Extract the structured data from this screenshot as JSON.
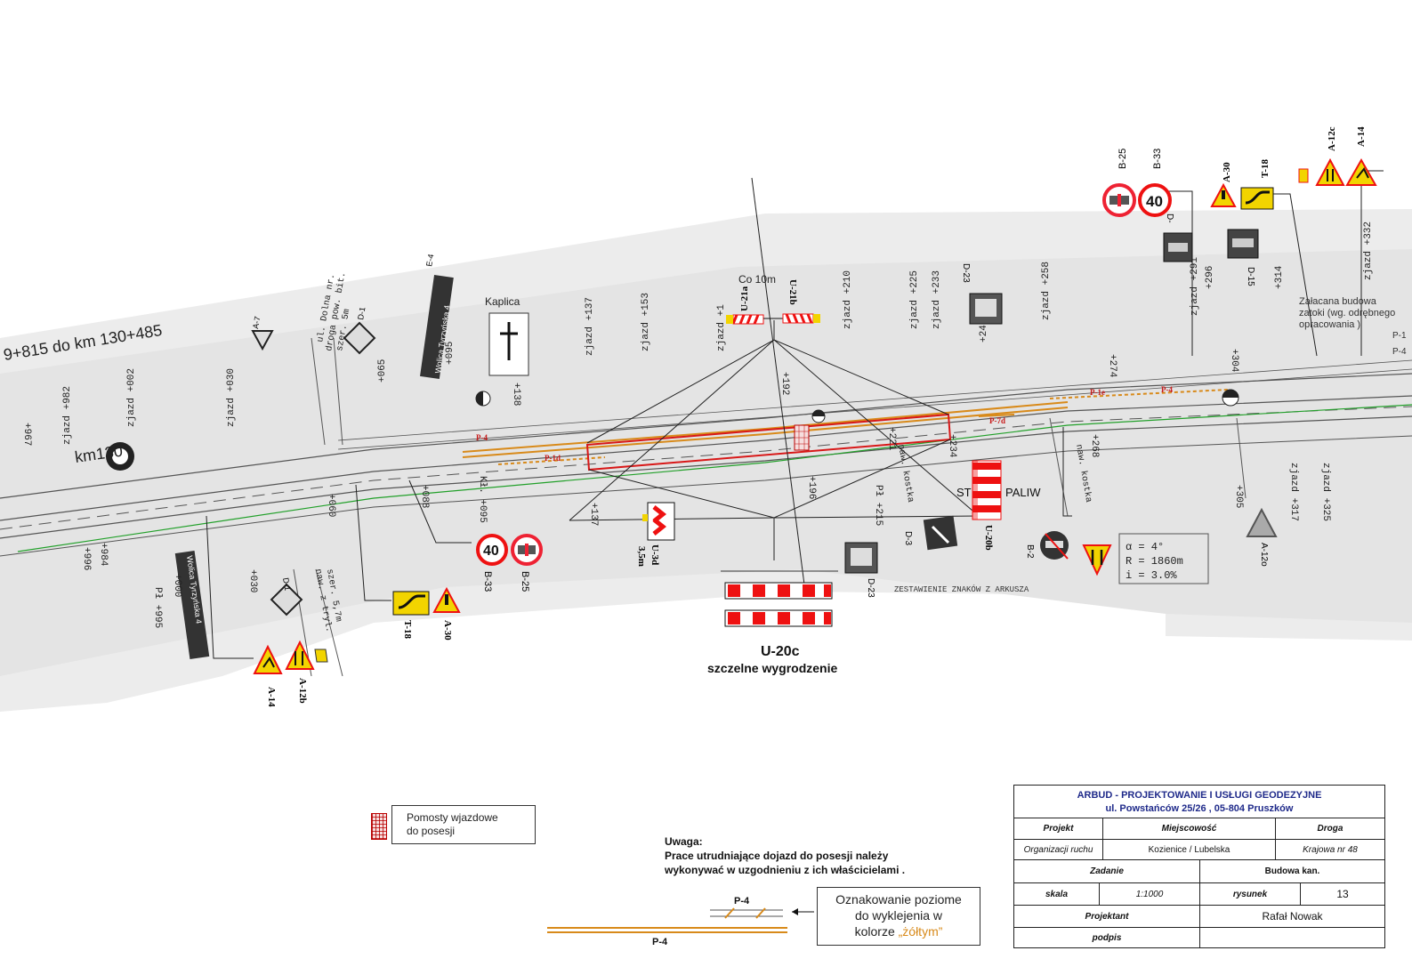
{
  "plan": {
    "header_text": "9+815 do km 130+485",
    "km_label": "km130",
    "chapel_label": "Kaplica",
    "road_sign_label": "Wolica Tyrzyńska 4",
    "road_sign_label_2": "Wolica Tyrzyńska 4",
    "co10m": "Co 10m",
    "sign_codes": {
      "b25_top": "B-25",
      "b33_top": "B-33",
      "a30_top": "A-30",
      "t18_top": "T-18",
      "a12c": "A-12c",
      "a14_top": "A-14",
      "d15": "D-15",
      "d_top": "D-",
      "u21a": "U-21a",
      "u21b": "U-21b",
      "d23_top": "D-23",
      "d23_bot": "D-23",
      "b33_bot": "B-33",
      "b25_bot": "B-25",
      "t18_bot": "T-18",
      "a30_bot": "A-30",
      "a14_bot": "A-14",
      "a12b": "A-12b",
      "u3d": "U-3d",
      "u3d_dist": "3,5m",
      "u20b": "U-20b",
      "d3": "D-3",
      "b2": "B-2",
      "a12o": "A-12o",
      "e4": "E-4",
      "d1": "D-1",
      "d1b": "D-1",
      "a7": "A-7"
    },
    "speed_value": "40",
    "speed_value_bot": "40",
    "u20c_label": "U-20c",
    "u20c_desc": "szczelne wygrodzenie",
    "marking_labels": {
      "p4a": "P-4",
      "p1d": "P-1d",
      "p1e": "P-1e",
      "p4b": "P-4",
      "p7d": "P-7d"
    },
    "curve": {
      "alpha": "α  =  4°",
      "radius": "R  =  1860m",
      "incl": "i   =  3.0%"
    },
    "station": "ST",
    "station2": "PALIW",
    "summary": "ZESTAWIENIE ZNAKÓW Z ARKUSZA",
    "note_right": "Załacana budowa",
    "note_right2": "zatoki (wg. odrębnego",
    "note_right3": "opracowania )",
    "chainage_top": [
      "zjazd +982",
      "zjazd +002",
      "zjazd +030",
      "+065",
      "+095",
      "zjazd +137",
      "zjazd +153",
      "zjazd +1",
      "zjazd +210",
      "zjazd +225",
      "zjazd +233",
      "+243",
      "zjazd +258",
      "zjazd +291",
      "+296",
      "+314",
      "zjazd +332"
    ],
    "chainage_bot": [
      "+967",
      "+996",
      "+984",
      "Pł +995",
      "+000",
      "+030",
      "+060",
      "+088",
      "Kł. +095",
      "+137",
      "+196",
      "Pł +215",
      "+221",
      "+234",
      "+268",
      "zjazd +317",
      "zjazd +325",
      "+305",
      "+274",
      "+304",
      "+192",
      "+138"
    ],
    "side_text": [
      "ul. Dolna nr.",
      "droga pow. bit.",
      "szer. 5m",
      "naw. z tryl.",
      "szer. 5,7m",
      "naw. kostka",
      "naw. kostka"
    ],
    "p_labels": [
      "P-1",
      "P-4"
    ]
  },
  "legend": {
    "pomosty_line1": "Pomosty wjazdowe",
    "pomosty_line2": "do posesji"
  },
  "note": {
    "title": "Uwaga:",
    "line1": "Prace utrudniające dojazd do posesji należy",
    "line2": "wykonywać w uzgodnieniu z ich właścicielami ."
  },
  "marking": {
    "label_top": "P-4",
    "label_bottom": "P-4",
    "desc_line1": "Oznakowanie poziome",
    "desc_line2": "do wyklejenia w",
    "desc_line3_pre": "kolorze ",
    "desc_line3_yellow": "„żółtym”"
  },
  "titleblock": {
    "company": "ARBUD - PROJEKTOWANIE I USŁUGI GEODEZYJNE",
    "address": "ul. Powstańców 25/26 , 05-804 Pruszków",
    "projekt_h": "Projekt",
    "miejscowosc_h": "Miejscowość",
    "droga_h": "Droga",
    "projekt_v": "Organizacji ruchu",
    "miejscowosc_v": "Kozienice / Lubelska",
    "droga_v": "Krajowa nr 48",
    "zadanie_h": "Zadanie",
    "zadanie_v": "Budowa kan.",
    "skala_h": "skala",
    "skala_v": "1:1000",
    "rysunek_h": "rysunek",
    "rysunek_v": "13",
    "projektant_h": "Projektant",
    "projektant_v": "Rafał Nowak",
    "podpis_h": "podpis",
    "podpis_v": ""
  },
  "colors": {
    "red": "#d81818",
    "yellow": "#f2d400",
    "orange": "#d88a1a",
    "green": "#22a02a"
  }
}
